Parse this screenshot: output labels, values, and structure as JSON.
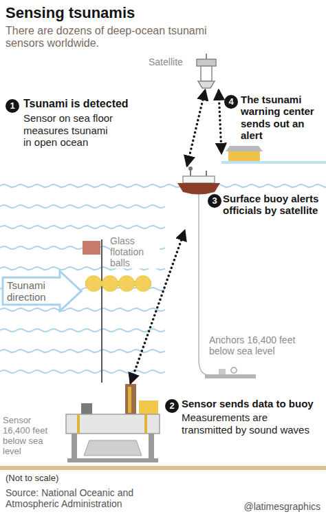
{
  "diagram": {
    "title": "Sensing tsunamis",
    "nodes": [
      {
        "text": [
          "Satellite"
        ]
      },
      {
        "text": [
          "4",
          "The tsunami warning center sends out an alert"
        ]
      },
      {
        "text": [
          "3",
          "Surface buoy alerts officials by satellite"
        ]
      },
      {
        "text": [
          "Tsunami direction"
        ]
      },
      {
        "text": [
          "2",
          "Sensor sends data to buoy",
          "Measurements are transmitted by sound waves"
        ]
      }
    ],
    "edges": [
      {
        "from": 4,
        "to": 2,
        "arrow": "both"
      },
      {
        "from": 2,
        "to": 0,
        "arrow": "both"
      },
      {
        "from": 0,
        "to": 1,
        "arrow": "both"
      }
    ],
    "labels": [
      "There are dozens of deep-ocean tsunami sensors worldwide.",
      "1",
      "Tsunami is detected",
      "Sensor on sea floor measures tsunami in open ocean",
      "Glass flotation balls",
      "Anchors 16,400 feet below sea level",
      "Sensor 16,400 feet below sea level",
      "(Not to scale)",
      "Source: National Oceanic and Atmospheric Administration",
      "@latimesgraphics"
    ]
  }
}
